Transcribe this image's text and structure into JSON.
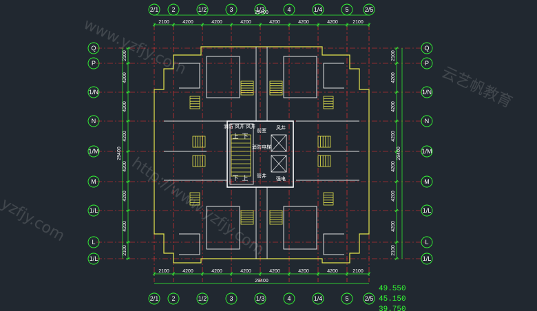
{
  "axes_top": [
    "2/1",
    "2",
    "1/2",
    "3",
    "1/3",
    "4",
    "1/4",
    "5",
    "2/5"
  ],
  "axes_bottom": [
    "2/1",
    "2",
    "1/2",
    "3",
    "1/3",
    "4",
    "1/4",
    "5",
    "2/5"
  ],
  "axes_left": [
    "Q",
    "P",
    "1/N",
    "N",
    "1/M",
    "M",
    "1/L",
    "L",
    "1/L"
  ],
  "axes_right": [
    "Q",
    "P",
    "1/N",
    "N",
    "1/M",
    "M",
    "1/L",
    "L",
    "1/L"
  ],
  "dims_top": [
    "2100",
    "4200",
    "4200",
    "4200",
    "4200",
    "4200",
    "4200",
    "2100"
  ],
  "dims_bottom": [
    "2100",
    "4200",
    "4200",
    "4200",
    "4200",
    "4200",
    "4200",
    "2100"
  ],
  "dims_left": [
    "2100",
    "4200",
    "4200",
    "4200",
    "4200",
    "4200",
    "4200",
    "2100"
  ],
  "dims_right": [
    "2100",
    "4200",
    "4200",
    "4200",
    "4200",
    "4200",
    "4200",
    "2100"
  ],
  "total_h": "29400",
  "total_v": "29400",
  "core_labels": {
    "top": "消防 风井 风井",
    "up_left": "上",
    "down_right": "下",
    "down_left": "下",
    "up_right": "上",
    "elevator_lobby": "前室",
    "fire_elevator": "消防电梯",
    "pipe": "管井",
    "mech": "强电",
    "shaft": "风井"
  },
  "elevations": [
    "49.550",
    "45.150",
    "39.750"
  ],
  "watermarks": [
    "www.yzfjy.com",
    "云艺帆教育",
    "http://www.yzfjy.com",
    "yzfjy.com"
  ]
}
